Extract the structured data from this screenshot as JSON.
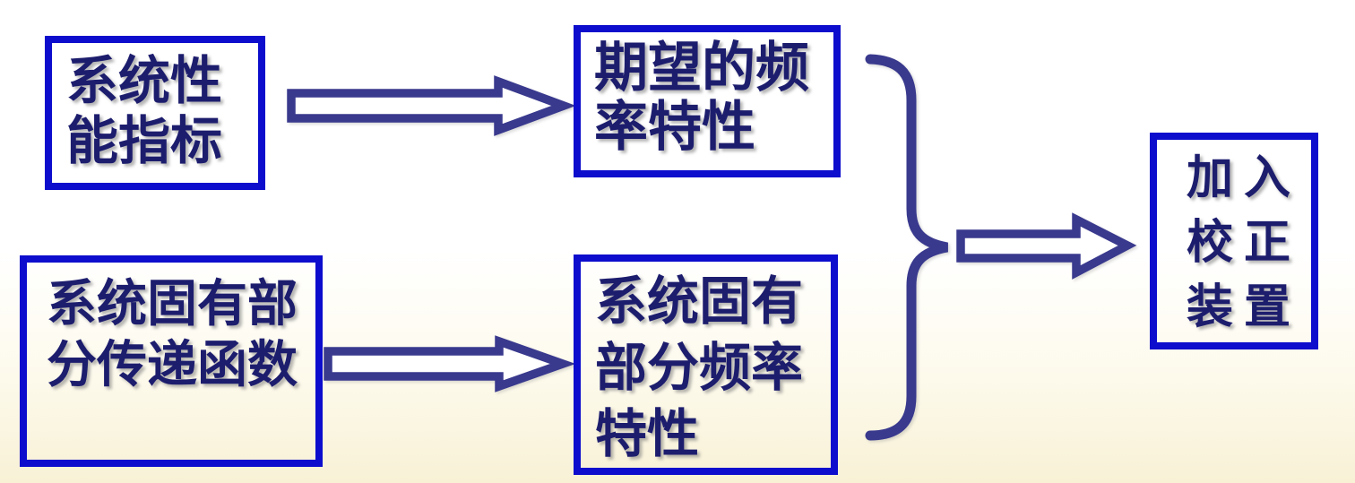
{
  "diagram": {
    "description": "Frequency-domain compensation design flowchart",
    "colors": {
      "box_border": "#0d0dcd",
      "box_text": "#1d1d6e",
      "arrow": "#39398e",
      "background_top": "#ffffff",
      "background_bottom": "#f8f1d6"
    },
    "boxes": {
      "performance": {
        "text": "系统性能指标",
        "lines": [
          "系统性",
          "能指标"
        ]
      },
      "desired_freq": {
        "text": "期望的频率特性",
        "lines": [
          "期望的频",
          "率特性"
        ]
      },
      "plant_tf": {
        "text": "系统固有部分传递函数",
        "lines": [
          "系统固有部",
          "分传递函数"
        ]
      },
      "plant_freq": {
        "text": "系统固有部分频率特性",
        "lines": [
          "系统固有",
          "部分频率",
          "特性"
        ]
      },
      "compensator": {
        "text": "加入校正装置",
        "lines": [
          "加入",
          "校正",
          "装置"
        ]
      }
    },
    "connectors": {
      "top_arrow": "hollow right block arrow from 系统性能指标 to 期望的频率特性",
      "bottom_arrow": "hollow right block arrow from 系统固有部分传递函数 to 系统固有部分频率特性",
      "merge_brace": "right curly brace grouping the two frequency-characteristic boxes",
      "result_arrow": "hollow right block arrow from brace to 加入校正装置"
    }
  }
}
